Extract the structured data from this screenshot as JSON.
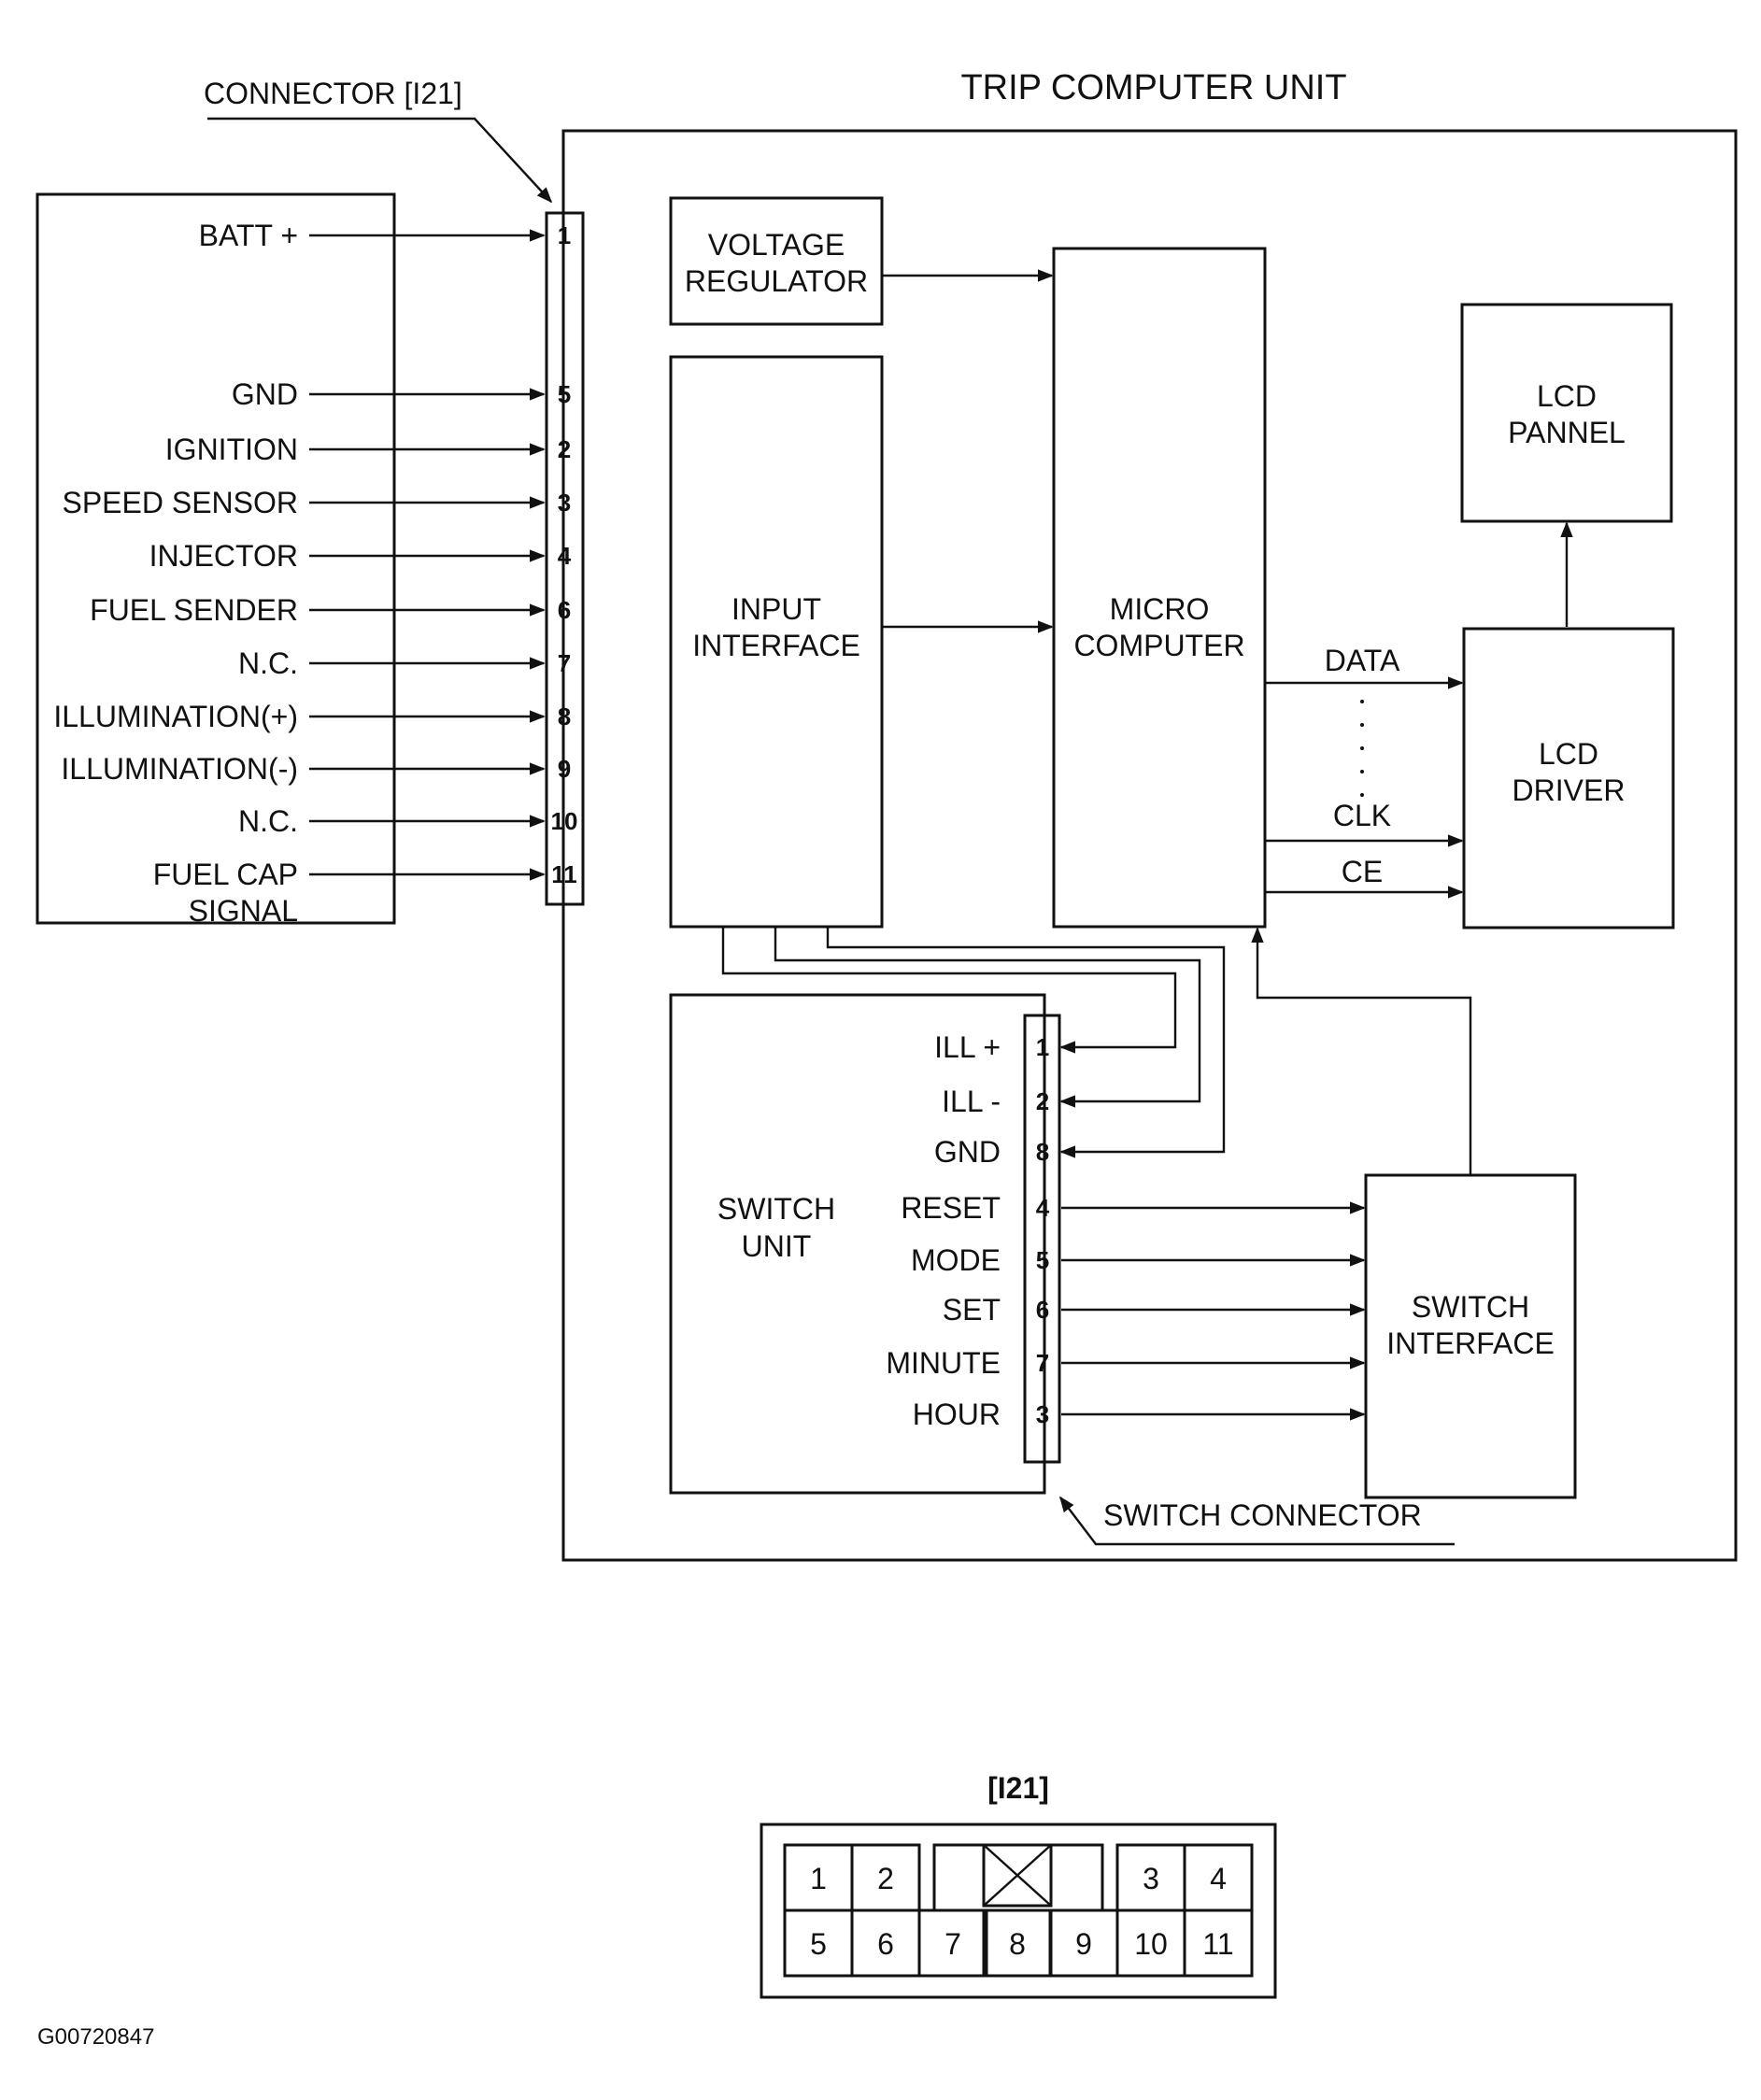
{
  "title": "TRIP COMPUTER UNIT",
  "connector_label": "CONNECTOR [I21]",
  "switch_connector_label": "SWITCH CONNECTOR",
  "figure_id": "G00720847",
  "external_pins": [
    {
      "label": "BATT +",
      "pin": "1"
    },
    {
      "label": "GND",
      "pin": "5"
    },
    {
      "label": "IGNITION",
      "pin": "2"
    },
    {
      "label": "SPEED SENSOR",
      "pin": "3"
    },
    {
      "label": "INJECTOR",
      "pin": "4"
    },
    {
      "label": "FUEL SENDER",
      "pin": "6"
    },
    {
      "label": "N.C.",
      "pin": "7"
    },
    {
      "label": "ILLUMINATION(+)",
      "pin": "8"
    },
    {
      "label": "ILLUMINATION(-)",
      "pin": "9"
    },
    {
      "label": "N.C.",
      "pin": "10"
    },
    {
      "label": "FUEL CAP",
      "label2": "SIGNAL",
      "pin": "11"
    }
  ],
  "blocks": {
    "voltage_regulator": [
      "VOLTAGE",
      "REGULATOR"
    ],
    "input_interface": [
      "INPUT",
      "INTERFACE"
    ],
    "micro_computer": [
      "MICRO",
      "COMPUTER"
    ],
    "lcd_pannel": [
      "LCD",
      "PANNEL"
    ],
    "lcd_driver": [
      "LCD",
      "DRIVER"
    ],
    "switch_unit": [
      "SWITCH",
      "UNIT"
    ],
    "switch_interface": [
      "SWITCH",
      "INTERFACE"
    ]
  },
  "bus_signals": [
    "DATA",
    "CLK",
    "CE"
  ],
  "switch_pins": [
    {
      "label": "ILL +",
      "pin": "1"
    },
    {
      "label": "ILL -",
      "pin": "2"
    },
    {
      "label": "GND",
      "pin": "8"
    },
    {
      "label": "RESET",
      "pin": "4"
    },
    {
      "label": "MODE",
      "pin": "5"
    },
    {
      "label": "SET",
      "pin": "6"
    },
    {
      "label": "MINUTE",
      "pin": "7"
    },
    {
      "label": "HOUR",
      "pin": "3"
    }
  ],
  "connector_face": {
    "title": "[I21]",
    "top_row": [
      "1",
      "2",
      "3",
      "4"
    ],
    "bottom_row": [
      "5",
      "6",
      "7",
      "8",
      "9",
      "10",
      "11"
    ]
  }
}
